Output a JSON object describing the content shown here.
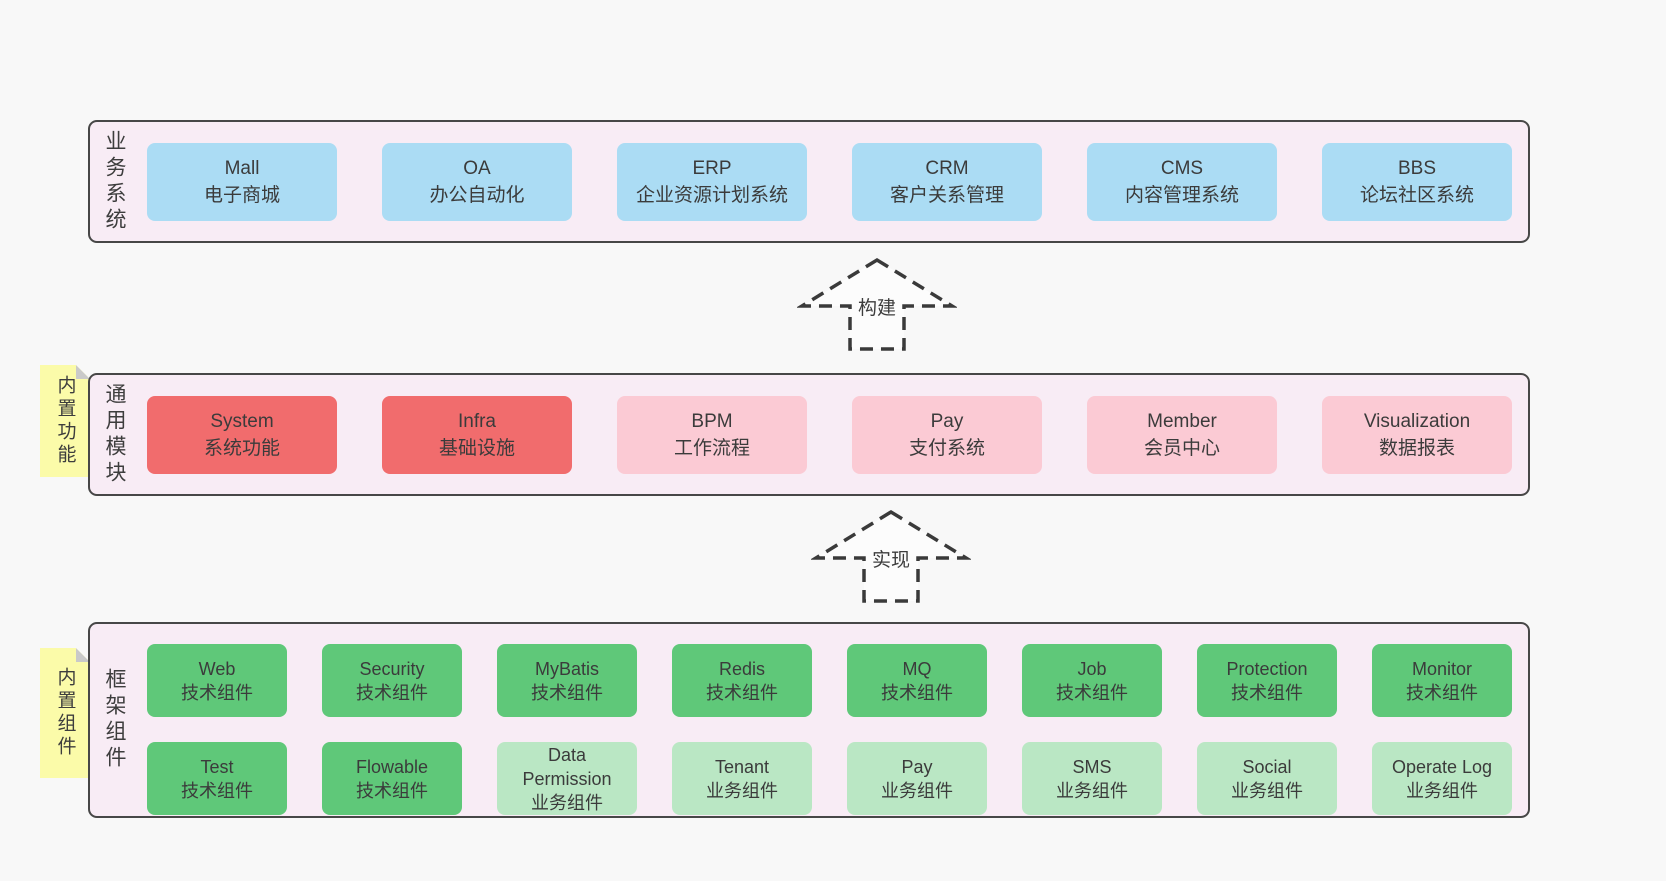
{
  "diagram": {
    "colors": {
      "page_background": "#f8f8f8",
      "layer_background": "#f8ecf5",
      "layer_border": "#474747",
      "business_box": "#abdcf4",
      "core_module_box": "#f16c6d",
      "extra_module_box": "#fbcad4",
      "tech_component_box": "#5fc879",
      "biz_component_box": "#bae7c4",
      "sticky_note": "#fbfba9",
      "note_fold": "#c9c9c9",
      "text": "#3b3b3b"
    },
    "arrows": [
      {
        "label": "构建"
      },
      {
        "label": "实现"
      }
    ],
    "layers": [
      {
        "id": "business-systems",
        "title": "业务系统",
        "note": "",
        "rows": [
          [
            {
              "name": "Mall",
              "desc": "电子商城",
              "type": "blue"
            },
            {
              "name": "OA",
              "desc": "办公自动化",
              "type": "blue"
            },
            {
              "name": "ERP",
              "desc": "企业资源计划系统",
              "type": "blue"
            },
            {
              "name": "CRM",
              "desc": "客户关系管理",
              "type": "blue"
            },
            {
              "name": "CMS",
              "desc": "内容管理系统",
              "type": "blue"
            },
            {
              "name": "BBS",
              "desc": "论坛社区系统",
              "type": "blue"
            }
          ]
        ]
      },
      {
        "id": "common-modules",
        "title": "通用模块",
        "note": "内置功能",
        "rows": [
          [
            {
              "name": "System",
              "desc": "系统功能",
              "type": "red"
            },
            {
              "name": "Infra",
              "desc": "基础设施",
              "type": "red"
            },
            {
              "name": "BPM",
              "desc": "工作流程",
              "type": "pink"
            },
            {
              "name": "Pay",
              "desc": "支付系统",
              "type": "pink"
            },
            {
              "name": "Member",
              "desc": "会员中心",
              "type": "pink"
            },
            {
              "name": "Visualization",
              "desc": "数据报表",
              "type": "pink"
            }
          ]
        ]
      },
      {
        "id": "framework-components",
        "title": "框架组件",
        "note": "内置组件",
        "rows": [
          [
            {
              "name": "Web",
              "desc": "技术组件",
              "type": "green"
            },
            {
              "name": "Security",
              "desc": "技术组件",
              "type": "green"
            },
            {
              "name": "MyBatis",
              "desc": "技术组件",
              "type": "green"
            },
            {
              "name": "Redis",
              "desc": "技术组件",
              "type": "green"
            },
            {
              "name": "MQ",
              "desc": "技术组件",
              "type": "green"
            },
            {
              "name": "Job",
              "desc": "技术组件",
              "type": "green"
            },
            {
              "name": "Protection",
              "desc": "技术组件",
              "type": "green"
            },
            {
              "name": "Monitor",
              "desc": "技术组件",
              "type": "green"
            }
          ],
          [
            {
              "name": "Test",
              "desc": "技术组件",
              "type": "green"
            },
            {
              "name": "Flowable",
              "desc": "技术组件",
              "type": "green"
            },
            {
              "name": "Data Permission",
              "desc": "业务组件",
              "type": "lightgreen"
            },
            {
              "name": "Tenant",
              "desc": "业务组件",
              "type": "lightgreen"
            },
            {
              "name": "Pay",
              "desc": "业务组件",
              "type": "lightgreen"
            },
            {
              "name": "SMS",
              "desc": "业务组件",
              "type": "lightgreen"
            },
            {
              "name": "Social",
              "desc": "业务组件",
              "type": "lightgreen"
            },
            {
              "name": "Operate Log",
              "desc": "业务组件",
              "type": "lightgreen"
            }
          ]
        ]
      }
    ]
  }
}
